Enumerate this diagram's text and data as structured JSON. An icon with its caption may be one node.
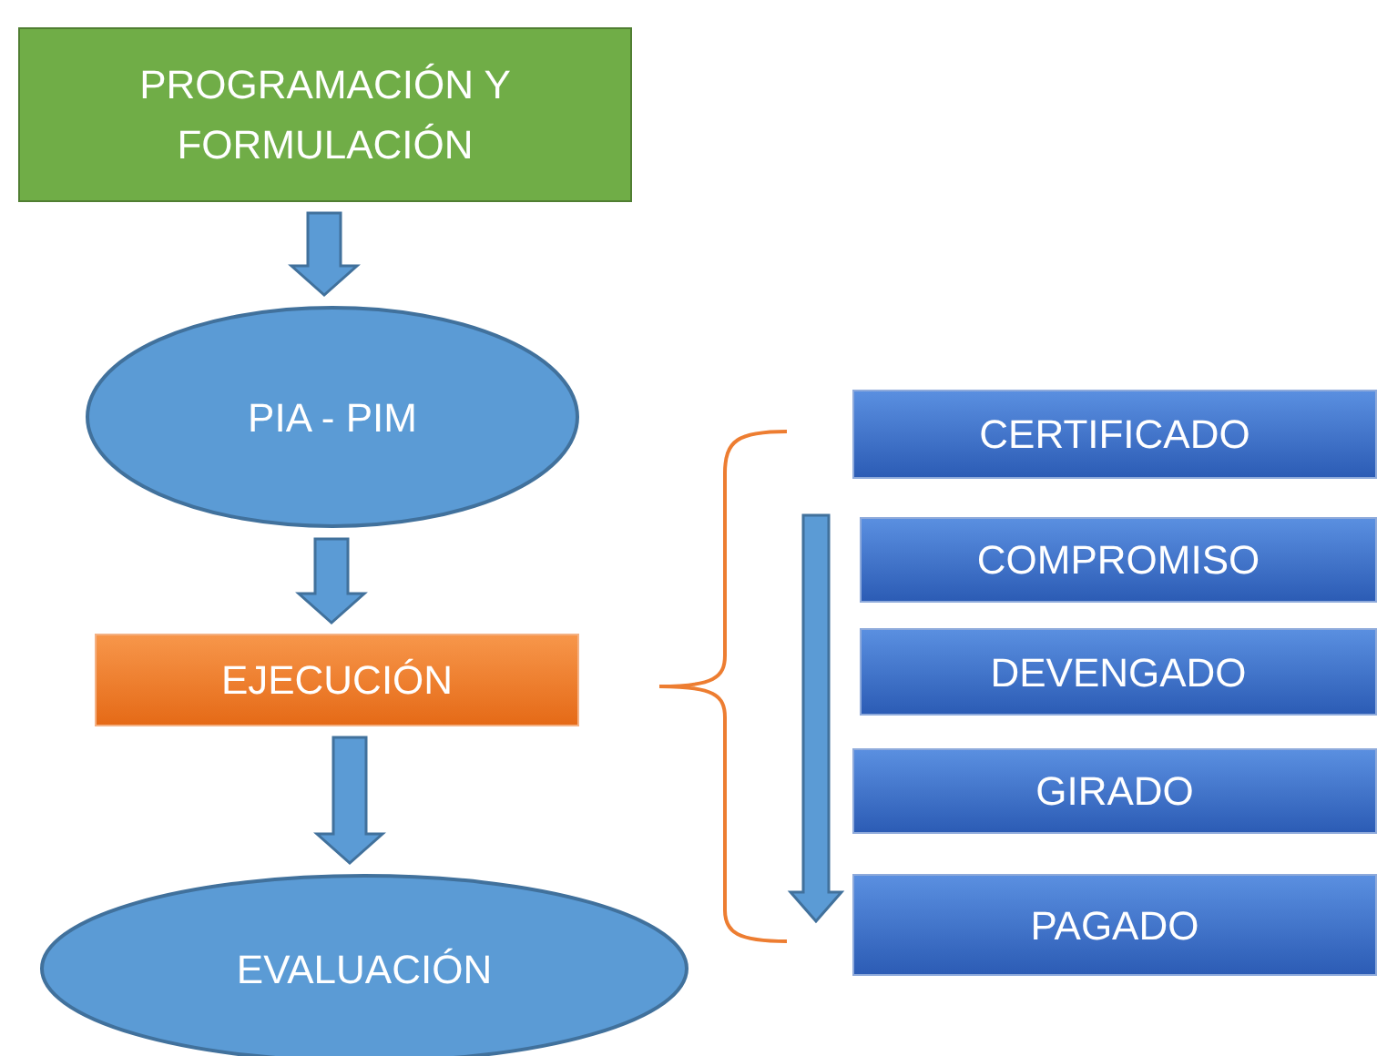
{
  "diagram": {
    "nodes": [
      {
        "text": [
          "PROGRAMACIÓN Y FORMULACIÓN"
        ]
      },
      {
        "text": [
          "PIA - PIM"
        ]
      },
      {
        "text": [
          "EJECUCIÓN"
        ]
      },
      {
        "text": [
          "EVALUACIÓN"
        ]
      },
      {
        "text": [
          "CERTIFICADO"
        ]
      },
      {
        "text": [
          "COMPROMISO"
        ]
      },
      {
        "text": [
          "DEVENGADO"
        ]
      },
      {
        "text": [
          "GIRADO"
        ]
      },
      {
        "text": [
          "PAGADO"
        ]
      }
    ],
    "edges": [
      {
        "from": 0,
        "to": 1,
        "arrow": "to"
      },
      {
        "from": 1,
        "to": 2,
        "arrow": "to"
      },
      {
        "from": 2,
        "to": 3,
        "arrow": "to"
      }
    ]
  }
}
